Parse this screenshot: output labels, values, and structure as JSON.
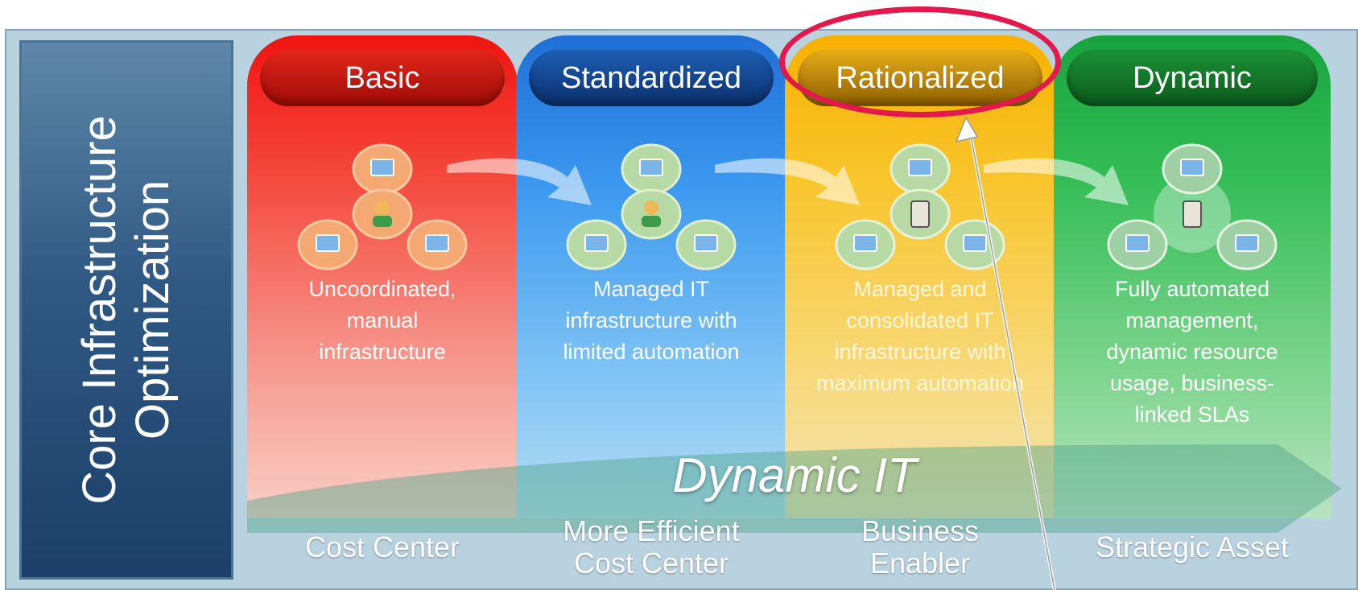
{
  "sidebar": {
    "title": "Core Infrastructure\nOptimization"
  },
  "columns": [
    {
      "label": "Basic",
      "description": "Uncoordinated,\nmanual\ninfrastructure",
      "value_label": "Cost Center",
      "color": "#e52a1f"
    },
    {
      "label": "Standardized",
      "description": "Managed IT\ninfrastructure with\nlimited automation",
      "value_label": "More Efficient\nCost Center",
      "color": "#2a84e4"
    },
    {
      "label": "Rationalized",
      "description": "Managed and\nconsolidated IT\ninfrastructure with\nmaximum automation",
      "value_label": "Business\nEnabler",
      "color": "#f6b513"
    },
    {
      "label": "Dynamic",
      "description": "Fully automated\nmanagement,\ndynamic resource\nusage, business-\nlinked SLAs",
      "value_label": "Strategic Asset",
      "color": "#22ad48"
    }
  ],
  "band": {
    "title": "Dynamic IT"
  },
  "highlight": {
    "target": "Rationalized",
    "color": "#e3184c"
  }
}
